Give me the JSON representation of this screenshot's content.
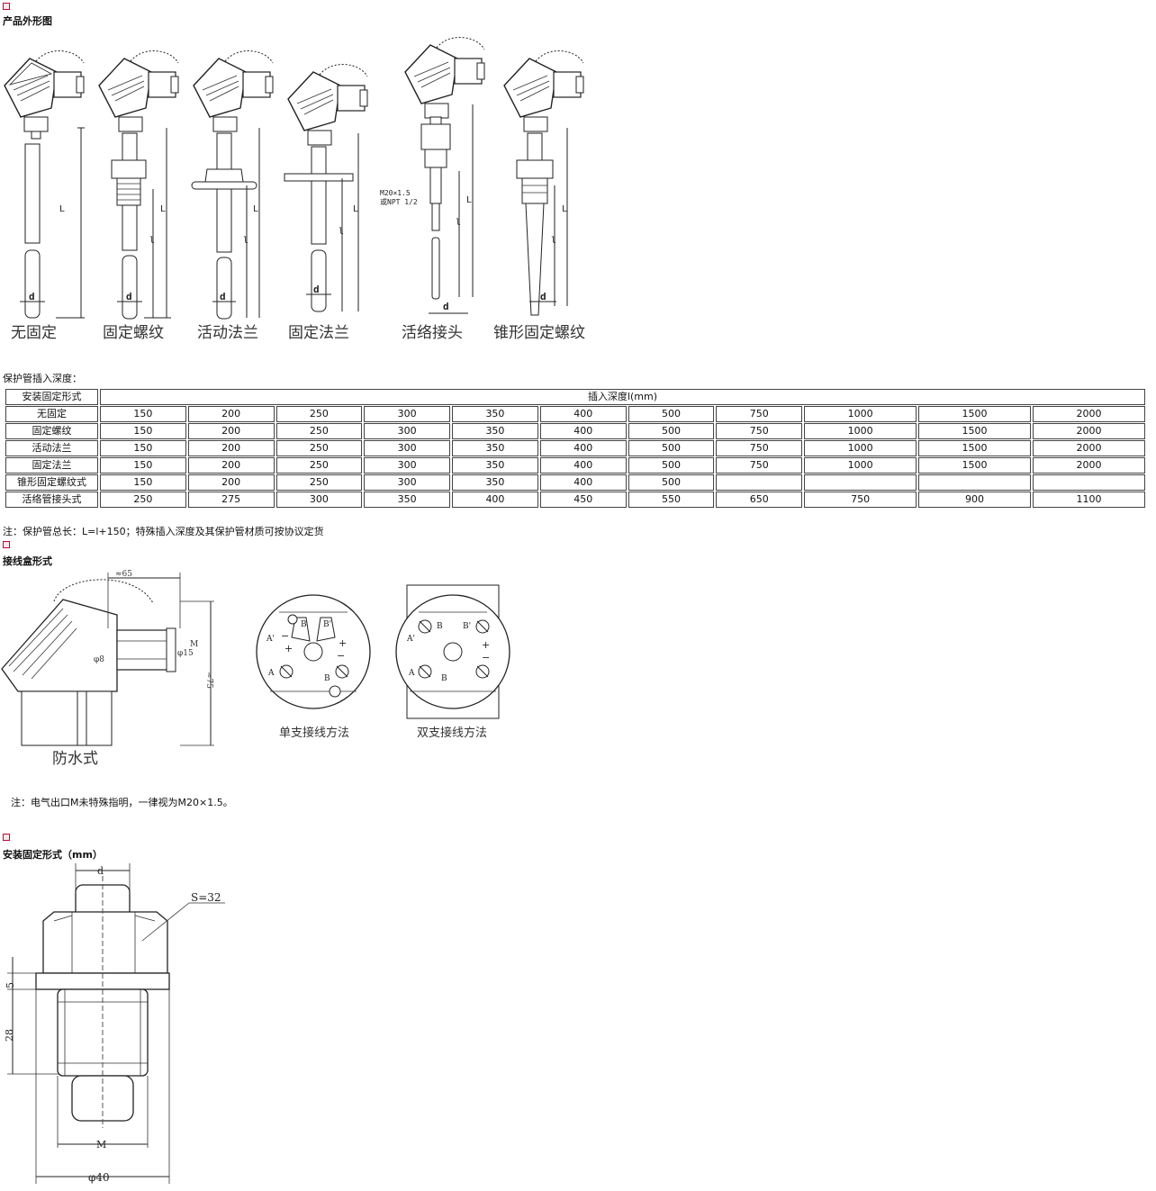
{
  "sections": {
    "outline": {
      "title": "产品外形图"
    },
    "depth": {
      "title": "保护管插入深度："
    },
    "junction": {
      "title": "接线盒形式"
    },
    "mounting": {
      "title": "安装固定形式（mm）"
    }
  },
  "outline": {
    "captions": [
      "无固定",
      "固定螺纹",
      "活动法兰",
      "固定法兰",
      "活络接头",
      "锥形固定螺纹"
    ],
    "dim_L": "L",
    "dim_l": "l",
    "dim_d": "d",
    "thread_note_1": "M20×1.5",
    "thread_note_2": "或NPT 1/2"
  },
  "depth_table": {
    "header_label": "安装固定形式",
    "header_value": "插入深度l(mm)",
    "rows": [
      {
        "name": "无固定",
        "values": [
          "150",
          "200",
          "250",
          "300",
          "350",
          "400",
          "500",
          "750",
          "1000",
          "1500",
          "2000"
        ]
      },
      {
        "name": "固定螺纹",
        "values": [
          "150",
          "200",
          "250",
          "300",
          "350",
          "400",
          "500",
          "750",
          "1000",
          "1500",
          "2000"
        ]
      },
      {
        "name": "活动法兰",
        "values": [
          "150",
          "200",
          "250",
          "300",
          "350",
          "400",
          "500",
          "750",
          "1000",
          "1500",
          "2000"
        ]
      },
      {
        "name": "固定法兰",
        "values": [
          "150",
          "200",
          "250",
          "300",
          "350",
          "400",
          "500",
          "750",
          "1000",
          "1500",
          "2000"
        ]
      },
      {
        "name": "锥形固定螺纹式",
        "values": [
          "150",
          "200",
          "250",
          "300",
          "350",
          "400",
          "500",
          "",
          "",
          "",
          ""
        ]
      },
      {
        "name": "活络管接头式",
        "values": [
          "250",
          "275",
          "300",
          "350",
          "400",
          "450",
          "550",
          "650",
          "750",
          "900",
          "1100"
        ]
      }
    ]
  },
  "notes": {
    "depth_note": "注：保护管总长：L=l+150；特殊插入深度及其保护管材质可按协议定货",
    "electrical_note": "注：电气出口M未特殊指明，一律视为M20×1.5。"
  },
  "junction": {
    "waterproof_caption": "防水式",
    "single_caption": "单支接线方法",
    "double_caption": "双支接线方法",
    "dim_65": "≈65",
    "dim_75": "≈75",
    "dim_phi8": "φ8",
    "dim_phi15": "φ15",
    "dim_M": "M",
    "terminal_A": "A",
    "terminal_B": "B",
    "terminal_A2": "A'",
    "terminal_B2": "B'",
    "plus": "+",
    "minus": "−"
  },
  "mounting": {
    "dim_d": "d",
    "dim_S": "S=32",
    "dim_5": "5",
    "dim_28": "28",
    "dim_M": "M",
    "dim_40": "φ40"
  }
}
